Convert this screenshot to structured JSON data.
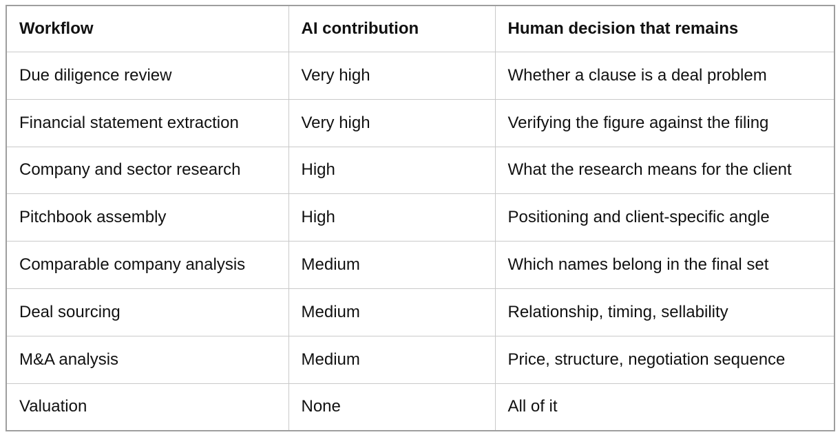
{
  "table": {
    "headers": [
      "Workflow",
      "AI contribution",
      "Human decision that remains"
    ],
    "rows": [
      [
        "Due diligence review",
        "Very high",
        "Whether a clause is a deal problem"
      ],
      [
        "Financial statement extraction",
        "Very high",
        "Verifying the figure against the filing"
      ],
      [
        "Company and sector research",
        "High",
        "What the research means for the client"
      ],
      [
        "Pitchbook assembly",
        "High",
        "Positioning and client-specific angle"
      ],
      [
        "Comparable company analysis",
        "Medium",
        "Which names belong in the final set"
      ],
      [
        "Deal sourcing",
        "Medium",
        "Relationship, timing, sellability"
      ],
      [
        "M&A analysis",
        "Medium",
        "Price, structure, negotiation sequence"
      ],
      [
        "Valuation",
        "None",
        "All of it"
      ]
    ]
  }
}
